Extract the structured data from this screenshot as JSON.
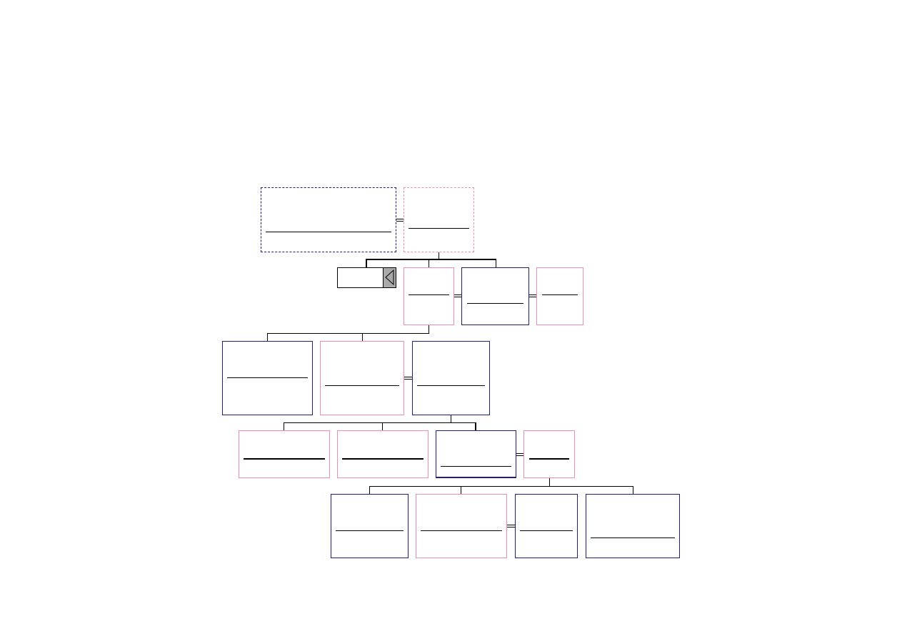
{
  "tree": {
    "nodes": [
      {
        "id": "n1",
        "sex": "male",
        "dashed": true,
        "name": "",
        "dates": ""
      },
      {
        "id": "n2",
        "sex": "female",
        "dashed": true,
        "name": "",
        "dates": ""
      },
      {
        "id": "n3",
        "sex": "female",
        "dashed": false,
        "name": "",
        "dates": ""
      },
      {
        "id": "n4",
        "sex": "male",
        "dashed": false,
        "name": "",
        "dates": ""
      },
      {
        "id": "n5",
        "sex": "female",
        "dashed": false,
        "name": "",
        "dates": ""
      },
      {
        "id": "n6",
        "sex": "male",
        "dashed": false,
        "name": "",
        "dates": ""
      },
      {
        "id": "n7",
        "sex": "female",
        "dashed": false,
        "name": "",
        "dates": ""
      },
      {
        "id": "n8",
        "sex": "male",
        "dashed": false,
        "name": "",
        "dates": ""
      },
      {
        "id": "n9",
        "sex": "female",
        "dashed": false,
        "name": "",
        "dates": ""
      },
      {
        "id": "n10",
        "sex": "female",
        "dashed": false,
        "name": "",
        "dates": ""
      },
      {
        "id": "n11",
        "sex": "male",
        "dashed": false,
        "name": "",
        "dates": ""
      },
      {
        "id": "n12",
        "sex": "female",
        "dashed": false,
        "name": "",
        "dates": ""
      },
      {
        "id": "n13",
        "sex": "male",
        "dashed": false,
        "name": "",
        "dates": ""
      },
      {
        "id": "n14",
        "sex": "female",
        "dashed": false,
        "name": "",
        "dates": ""
      },
      {
        "id": "n15",
        "sex": "male",
        "dashed": false,
        "name": "",
        "dates": ""
      },
      {
        "id": "n16",
        "sex": "male",
        "dashed": false,
        "name": "",
        "dates": ""
      }
    ],
    "nav_button_icon": "triangle-left-icon",
    "colors": {
      "male_border": "#1f1f7a",
      "female_border": "#f08cb4",
      "line": "#000000",
      "nav_button": "#a9a9a9"
    }
  }
}
